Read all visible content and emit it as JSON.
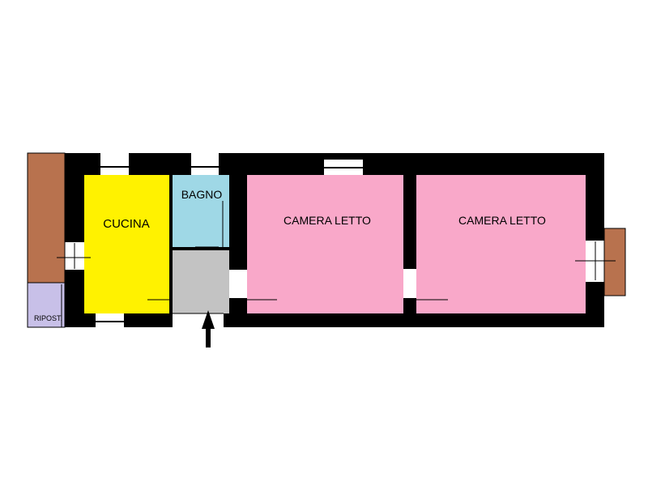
{
  "rooms": {
    "cucina": "CUCINA",
    "bagno": "BAGNO",
    "camera1": "CAMERA LETTO",
    "camera2": "CAMERA LETTO",
    "ripostiglio": "RIPOST."
  },
  "colors": {
    "wall": "#000000",
    "cucina": "#fff200",
    "bagno": "#9fd8e6",
    "camera": "#f9a8c9",
    "ingresso": "#c3c3c3",
    "ripostiglio": "#c8c0e8",
    "balcone": "#b8724e",
    "background": "#ffffff"
  }
}
